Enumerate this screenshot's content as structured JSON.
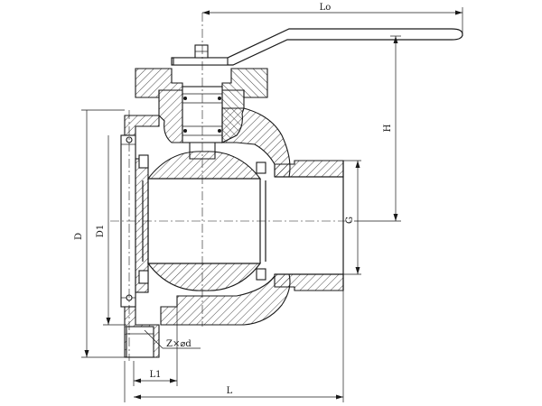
{
  "labels": {
    "lo": "Lo",
    "h": "H",
    "g": "G",
    "d": "D",
    "d1": "D1",
    "l1": "L1",
    "l": "L",
    "bolt": "Z×⌀d"
  }
}
